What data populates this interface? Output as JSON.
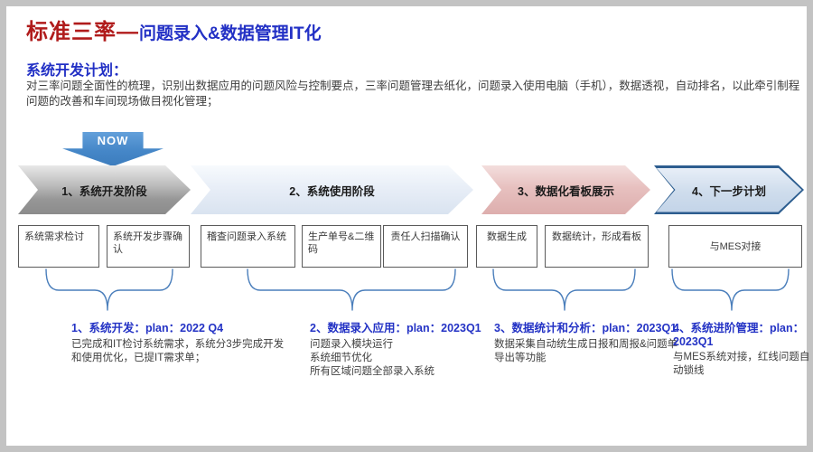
{
  "title": {
    "part1": "标准三率—",
    "part2": "问题录入&数据管理IT化"
  },
  "subtitle": "系统开发计划：",
  "description": "对三率问题全面性的梳理，识别出数据应用的问题风险与控制要点，三率问题管理去纸化，问题录入使用电脑（手机），数据透视，自动排名，以此牵引制程问题的改善和车间现场做目视化管理；",
  "now_label": "NOW",
  "phases": [
    {
      "label": "1、系统开发阶段",
      "theme": "gray"
    },
    {
      "label": "2、系统使用阶段",
      "theme": "light-blue"
    },
    {
      "label": "3、数据化看板展示",
      "theme": "pink"
    },
    {
      "label": "4、下一步计划",
      "theme": "blue"
    }
  ],
  "boxes": [
    "系统需求检讨",
    "系统开发步骤确认",
    "稽查问题录入系统",
    "生产单号&二维码",
    "责任人扫描确认",
    "数据生成",
    "数据统计，形成看板",
    "与MES对接"
  ],
  "sections": [
    {
      "heading": "1、系统开发：plan：2022 Q4",
      "lines": [
        "已完成和IT检讨系统需求，系统分3步完成开发和使用优化，已提IT需求单；"
      ]
    },
    {
      "heading": "2、数据录入应用：plan：2023Q1",
      "lines": [
        "问题录入模块运行",
        "系统细节优化",
        "所有区域问题全部录入系统"
      ]
    },
    {
      "heading": "3、数据统计和分析：plan：2023Q1",
      "lines": [
        "数据采集自动统生成日报和周报&问题单导出等功能"
      ]
    },
    {
      "heading": "4、系统进阶管理：plan：2023Q1",
      "lines": [
        "与MES系统对接，红线问题自动锁线"
      ]
    }
  ],
  "colors": {
    "title_red": "#b01b1b",
    "title_blue": "#2230c5",
    "heading_blue": "#2433c5",
    "now_arrow": "#4587c8",
    "chevron_gray": "#969696",
    "chevron_light_blue": "#e8eef7",
    "chevron_pink": "#e7c0bf",
    "chevron_blue_border": "#2c5d8f",
    "brace_blue": "#4a7ebb",
    "box_border": "#5a5a5a",
    "body_text": "#3f3f3f"
  }
}
